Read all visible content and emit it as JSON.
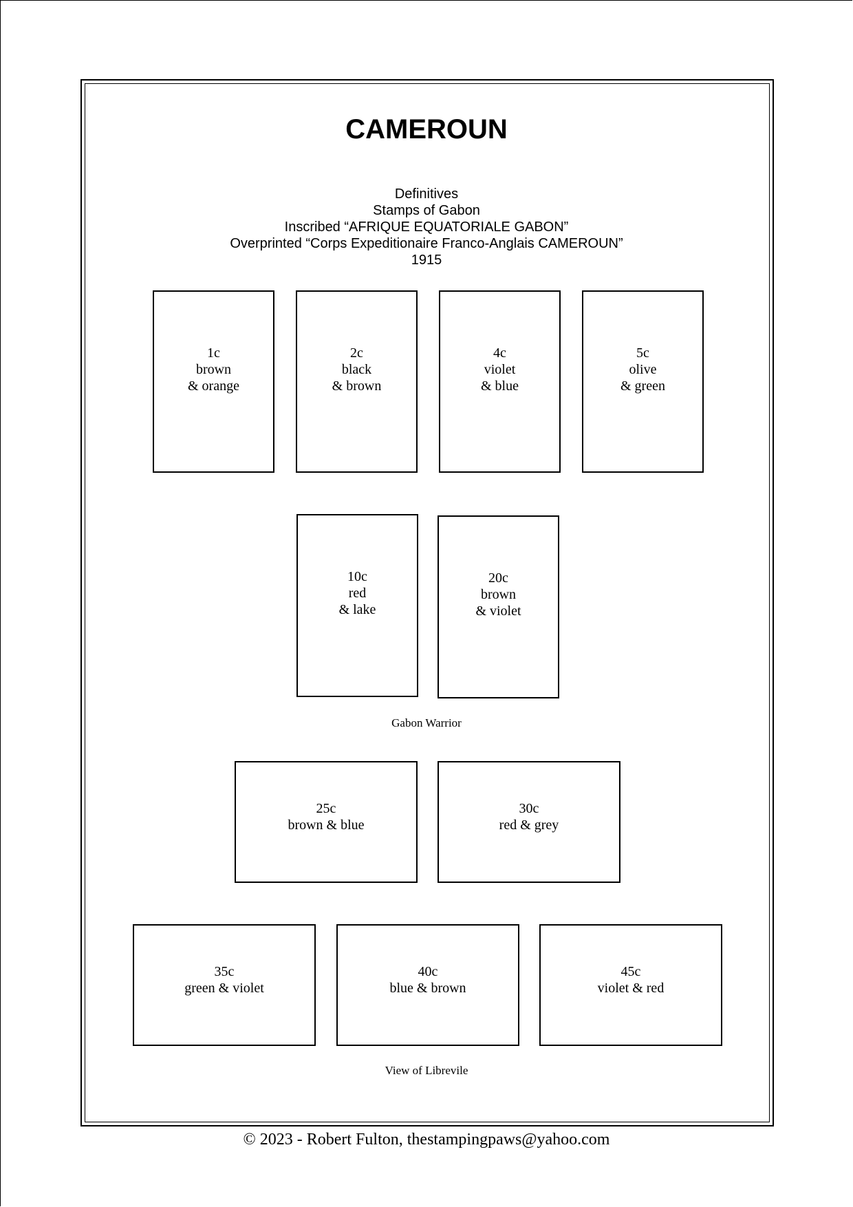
{
  "title": "CAMEROUN",
  "subtitle": {
    "line1": "Definitives",
    "line2": "Stamps of Gabon",
    "line3": "Inscribed “AFRIQUE EQUATORIALE GABON”",
    "line4": "Overprinted “Corps Expeditionaire Franco-Anglais CAMEROUN”",
    "line5": "1915"
  },
  "stamps": [
    {
      "value": "1c",
      "color1": "brown",
      "color2": "& orange"
    },
    {
      "value": "2c",
      "color1": "black",
      "color2": "& brown"
    },
    {
      "value": "4c",
      "color1": "violet",
      "color2": "& blue"
    },
    {
      "value": "5c",
      "color1": "olive",
      "color2": "& green"
    },
    {
      "value": "10c",
      "color1": "red",
      "color2": "& lake"
    },
    {
      "value": "20c",
      "color1": "brown",
      "color2": "& violet"
    },
    {
      "value": "25c",
      "color": "brown & blue"
    },
    {
      "value": "30c",
      "color": "red & grey"
    },
    {
      "value": "35c",
      "color": "green & violet"
    },
    {
      "value": "40c",
      "color": "blue & brown"
    },
    {
      "value": "45c",
      "color": "violet & red"
    }
  ],
  "captions": {
    "warrior": "Gabon Warrior",
    "libreville": "View of Librevile"
  },
  "footer": "© 2023 -  Robert Fulton, thestampingpaws@yahoo.com"
}
